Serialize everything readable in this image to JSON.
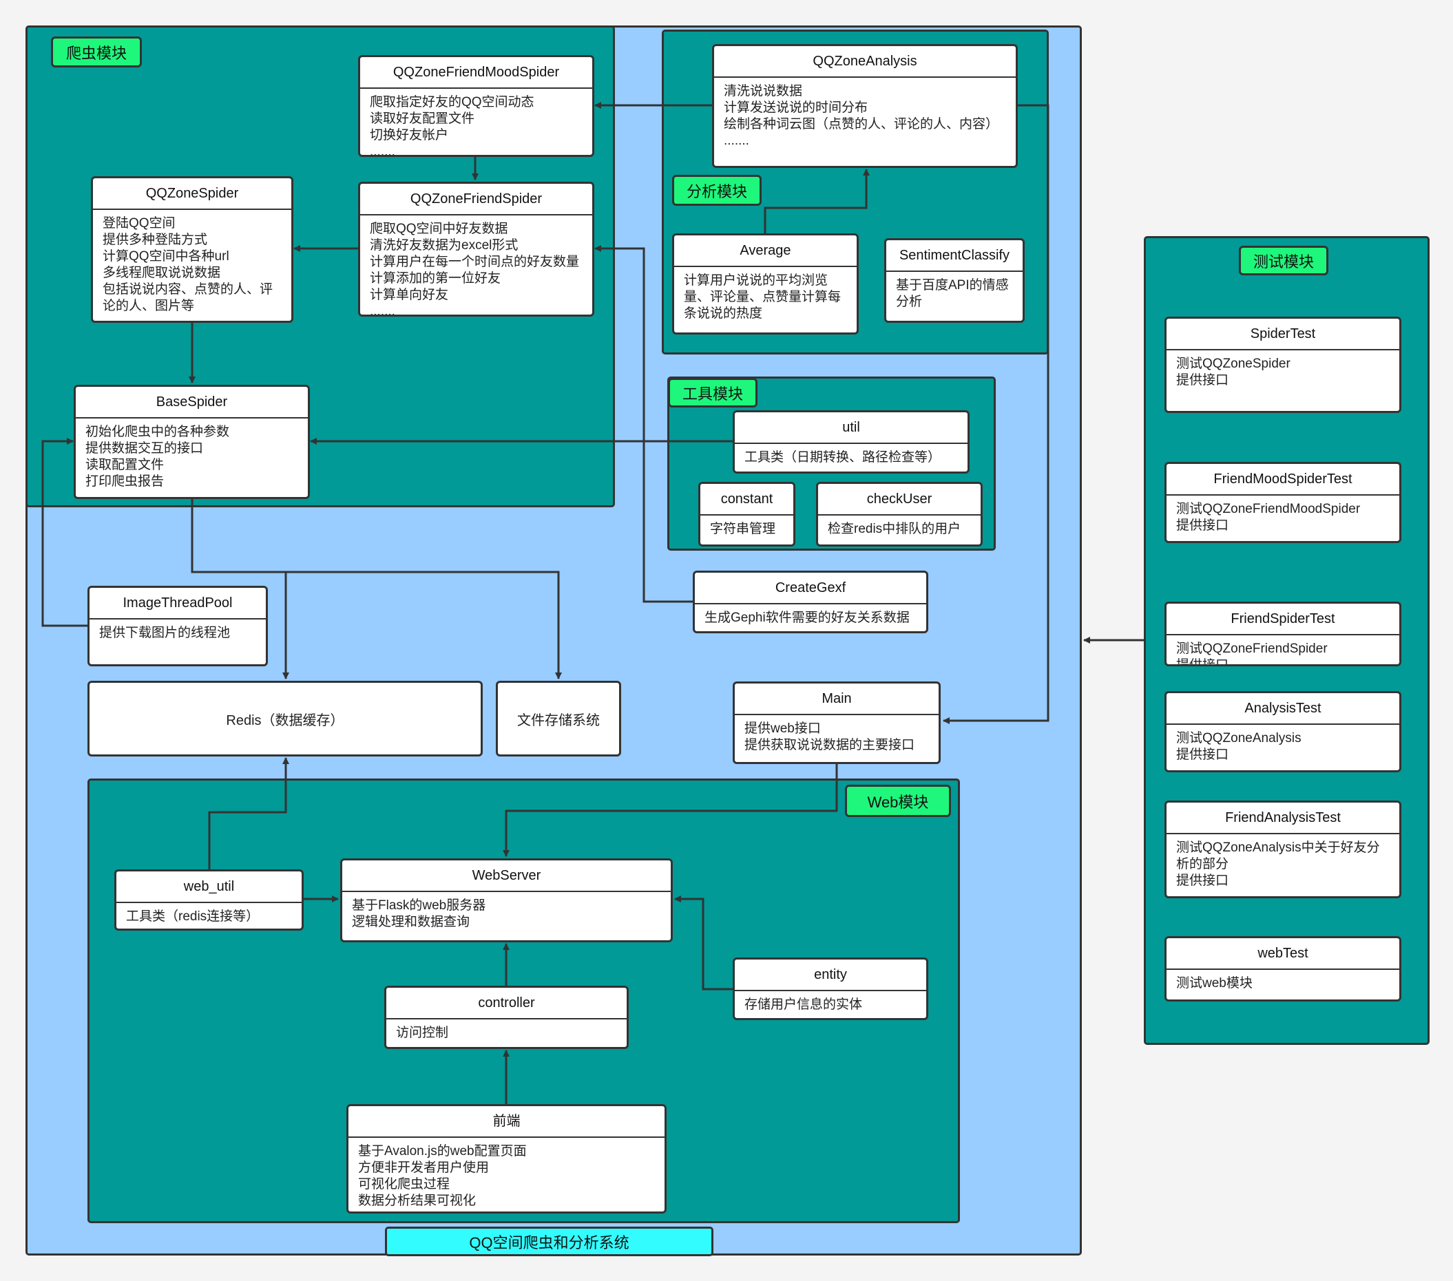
{
  "system_title": "QQ空间爬虫和分析系统",
  "modules": {
    "spider": "爬虫模块",
    "analysis": "分析模块",
    "tools": "工具模块",
    "web": "Web模块",
    "test": "测试模块"
  },
  "classes": {
    "friend_mood_spider": {
      "title": "QQZoneFriendMoodSpider",
      "lines": [
        "爬取指定好友的QQ空间动态",
        "读取好友配置文件",
        "切换好友帐户",
        "......."
      ]
    },
    "friend_spider": {
      "title": "QQZoneFriendSpider",
      "lines": [
        "爬取QQ空间中好友数据",
        "清洗好友数据为excel形式",
        "计算用户在每一个时间点的好友数量",
        "计算添加的第一位好友",
        "计算单向好友",
        "......."
      ]
    },
    "qqzone_spider": {
      "title": "QQZoneSpider",
      "lines": [
        "登陆QQ空间",
        "提供多种登陆方式",
        "计算QQ空间中各种url",
        "多线程爬取说说数据",
        "包括说说内容、点赞的人、评",
        "论的人、图片等",
        "......."
      ]
    },
    "base_spider": {
      "title": "BaseSpider",
      "lines": [
        "初始化爬虫中的各种参数",
        "提供数据交互的接口",
        "读取配置文件",
        "打印爬虫报告",
        "......."
      ]
    },
    "image_thread_pool": {
      "title": "ImageThreadPool",
      "lines": [
        "提供下载图片的线程池"
      ]
    },
    "qqzone_analysis": {
      "title": "QQZoneAnalysis",
      "lines": [
        "清洗说说数据",
        "计算发送说说的时间分布",
        "绘制各种词云图（点赞的人、评论的人、内容）",
        "......."
      ]
    },
    "average": {
      "title": "Average",
      "lines": [
        "计算用户说说的平均浏览",
        "量、评论量、点赞量计算每",
        "条说说的热度",
        "......"
      ]
    },
    "sentiment": {
      "title": "SentimentClassify",
      "lines": [
        "基于百度API的情感",
        "分析"
      ]
    },
    "util": {
      "title": "util",
      "lines": [
        "工具类（日期转换、路径检查等）"
      ]
    },
    "constant": {
      "title": "constant",
      "lines": [
        "字符串管理"
      ]
    },
    "check_user": {
      "title": "checkUser",
      "lines": [
        "检查redis中排队的用户"
      ]
    },
    "create_gexf": {
      "title": "CreateGexf",
      "lines": [
        "生成Gephi软件需要的好友关系数据"
      ]
    },
    "main": {
      "title": "Main",
      "lines": [
        "提供web接口",
        "提供获取说说数据的主要接口",
        "......."
      ]
    },
    "redis": {
      "label": "Redis（数据缓存）"
    },
    "file_storage": {
      "label": "文件存储系统"
    },
    "web_util": {
      "title": "web_util",
      "lines": [
        "工具类（redis连接等）"
      ]
    },
    "web_server": {
      "title": "WebServer",
      "lines": [
        "基于Flask的web服务器",
        "逻辑处理和数据查询"
      ]
    },
    "entity": {
      "title": "entity",
      "lines": [
        "存储用户信息的实体"
      ]
    },
    "controller": {
      "title": "controller",
      "lines": [
        "访问控制"
      ]
    },
    "frontend": {
      "title": "前端",
      "lines": [
        "基于Avalon.js的web配置页面",
        "方便非开发者用户使用",
        "可视化爬虫过程",
        "数据分析结果可视化"
      ]
    },
    "spider_test": {
      "title": "SpiderTest",
      "lines": [
        "测试QQZoneSpider",
        "提供接口"
      ]
    },
    "friend_mood_test": {
      "title": "FriendMoodSpiderTest",
      "lines": [
        "测试QQZoneFriendMoodSpider",
        "提供接口"
      ]
    },
    "friend_spider_test": {
      "title": "FriendSpiderTest",
      "lines": [
        "测试QQZoneFriendSpider",
        "提供接口"
      ]
    },
    "analysis_test": {
      "title": "AnalysisTest",
      "lines": [
        "测试QQZoneAnalysis",
        "提供接口",
        "......"
      ]
    },
    "friend_analysis_test": {
      "title": "FriendAnalysisTest",
      "lines": [
        "测试QQZoneAnalysis中关于好友分",
        "析的部分",
        "提供接口",
        "......"
      ]
    },
    "web_test": {
      "title": "webTest",
      "lines": [
        "测试web模块",
        "......"
      ]
    }
  },
  "colors": {
    "outer_bg": "#99ccff",
    "module_bg": "#019a96",
    "module_tag": "#1ef77c",
    "title_bar": "#33fcff",
    "line": "#333333"
  }
}
